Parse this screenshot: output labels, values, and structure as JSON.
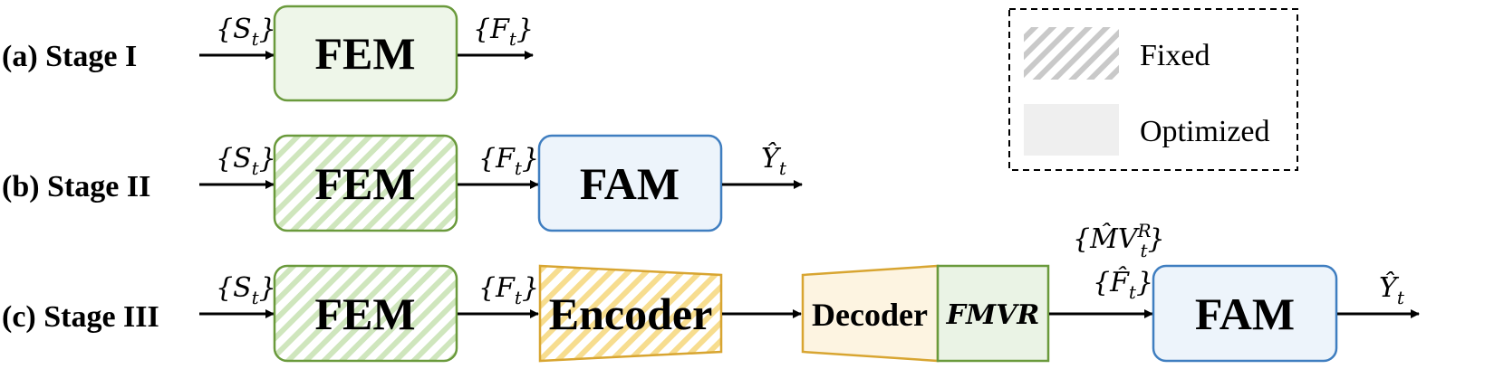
{
  "stages": {
    "a": {
      "label": "(a) Stage I",
      "fem": "FEM",
      "in": "{S",
      "in_sub": "t",
      "in_close": "}",
      "out": "{F",
      "out_sub": "t",
      "out_close": "}"
    },
    "b": {
      "label": "(b) Stage II",
      "fem": "FEM",
      "fam": "FAM",
      "in": "{S",
      "in_sub": "t",
      "in_close": "}",
      "mid": "{F",
      "mid_sub": "t",
      "mid_close": "}",
      "out": "Ŷ",
      "out_sub": "t"
    },
    "c": {
      "label": "(c) Stage III",
      "fem": "FEM",
      "encoder": "Encoder",
      "decoder": "Decoder",
      "fmvr": "FMVR",
      "fam": "FAM",
      "in": "{S",
      "in_sub": "t",
      "in_close": "}",
      "mid": "{F",
      "mid_sub": "t",
      "mid_close": "}",
      "mv": "{M̂V",
      "mv_sup": "R",
      "mv_sub": "t",
      "mv_close": "}",
      "fhat": "{F̂",
      "fhat_sub": "t",
      "fhat_close": "}",
      "out": "Ŷ",
      "out_sub": "t"
    }
  },
  "legend": {
    "fixed": "Fixed",
    "optimized": "Optimized"
  },
  "colors": {
    "fem_fill": "#eef6e9",
    "fem_stroke": "#6a9a3c",
    "fem_hatch": "#c9e2b6",
    "fam_fill": "#edf4fb",
    "fam_stroke": "#3f7ec0",
    "enc_stroke": "#d8a531",
    "enc_hatch": "#f6dc8c",
    "dec_fill": "#fdf4e1",
    "fmvr_fill": "#eaf3e5",
    "legend_hatch": "#c8c8c8",
    "legend_opt": "#efefef"
  }
}
